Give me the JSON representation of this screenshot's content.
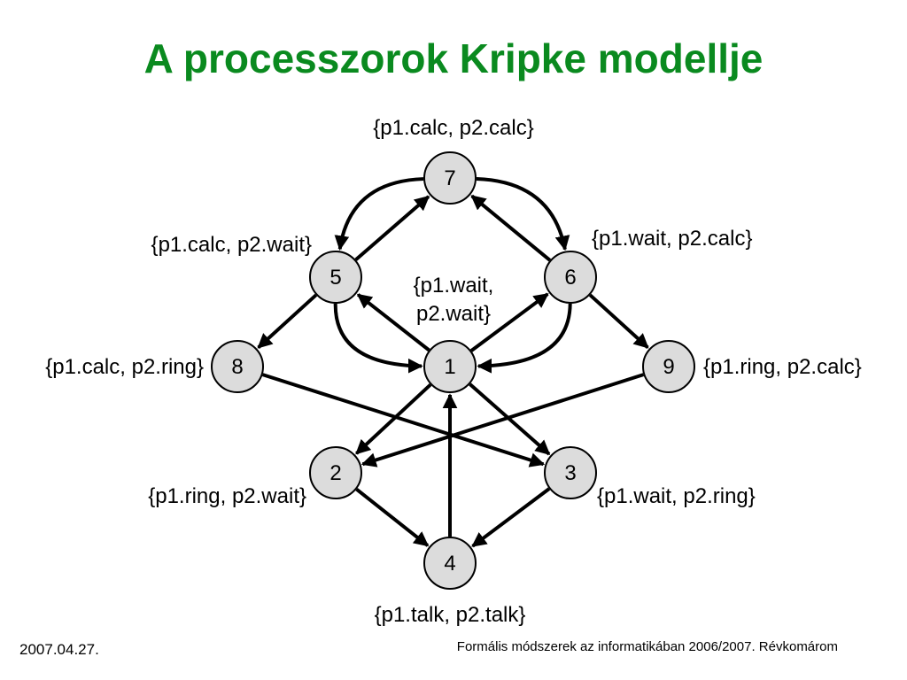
{
  "title": "A processzorok Kripke modellje",
  "footer": {
    "date": "2007.04.27.",
    "course": "Formális módszerek az informatikában 2006/2007. Révkomárom"
  },
  "colors": {
    "title": "#0a8a1f",
    "node_fill": "#dcdcdc",
    "edge": "#000000"
  },
  "nodes": [
    {
      "id": "1",
      "label": "1"
    },
    {
      "id": "2",
      "label": "2"
    },
    {
      "id": "3",
      "label": "3"
    },
    {
      "id": "4",
      "label": "4"
    },
    {
      "id": "5",
      "label": "5"
    },
    {
      "id": "6",
      "label": "6"
    },
    {
      "id": "7",
      "label": "7"
    },
    {
      "id": "8",
      "label": "8"
    },
    {
      "id": "9",
      "label": "9"
    }
  ],
  "state_labels": {
    "s7": "{p1.calc, p2.calc}",
    "s5": "{p1.calc, p2.wait}",
    "s6": "{p1.wait, p2.calc}",
    "s1_line1": "{p1.wait,",
    "s1_line2": "p2.wait}",
    "s8": "{p1.calc, p2.ring}",
    "s9": "{p1.ring, p2.calc}",
    "s2": "{p1.ring, p2.wait}",
    "s3": "{p1.wait, p2.ring}",
    "s4": "{p1.talk, p2.talk}"
  },
  "edges": [
    {
      "from": "7",
      "to": "5",
      "curved": true
    },
    {
      "from": "5",
      "to": "7",
      "curved": false
    },
    {
      "from": "7",
      "to": "6",
      "curved": true
    },
    {
      "from": "6",
      "to": "7",
      "curved": false
    },
    {
      "from": "5",
      "to": "8",
      "curved": false
    },
    {
      "from": "5",
      "to": "1",
      "curved": true
    },
    {
      "from": "1",
      "to": "5",
      "curved": false
    },
    {
      "from": "6",
      "to": "1",
      "curved": true
    },
    {
      "from": "1",
      "to": "6",
      "curved": false
    },
    {
      "from": "6",
      "to": "9",
      "curved": false
    },
    {
      "from": "8",
      "to": "3",
      "curved": false
    },
    {
      "from": "9",
      "to": "2",
      "curved": false
    },
    {
      "from": "1",
      "to": "2",
      "curved": false
    },
    {
      "from": "1",
      "to": "3",
      "curved": false
    },
    {
      "from": "2",
      "to": "4",
      "curved": false
    },
    {
      "from": "3",
      "to": "4",
      "curved": false
    },
    {
      "from": "4",
      "to": "1",
      "curved": false
    }
  ]
}
